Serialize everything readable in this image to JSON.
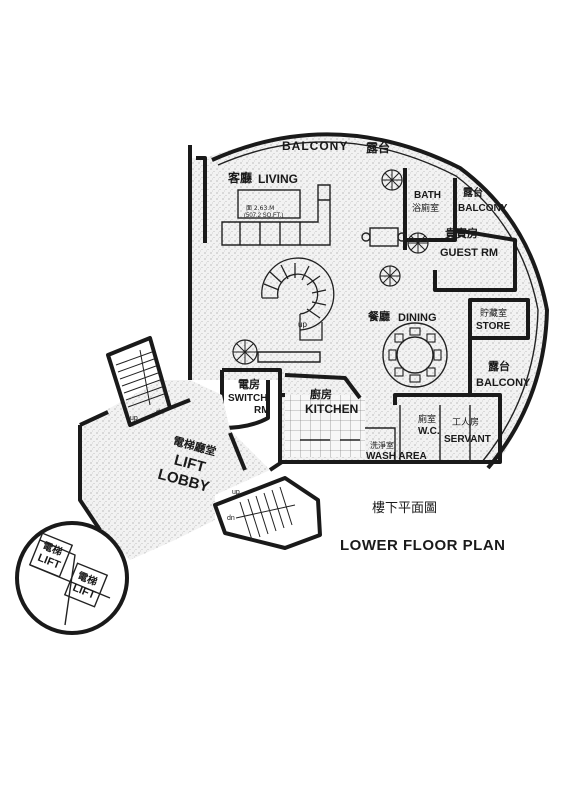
{
  "plan": {
    "title_cn": "樓下平面圖",
    "title_en": "LOWER FLOOR PLAN"
  },
  "rooms": {
    "balcony_top": {
      "en": "BALCONY",
      "cn": "露台"
    },
    "living": {
      "cn": "客廳",
      "en": "LIVING",
      "area": "面 2.63.M",
      "area2": "(507.2 SQ.FT.)"
    },
    "bath": {
      "en": "BATH",
      "cn": "浴廁室"
    },
    "balcony_right": {
      "cn": "露台",
      "en": "BALCONY"
    },
    "guest": {
      "cn": "貴賓房",
      "en": "GUEST RM"
    },
    "store": {
      "cn": "貯藏室",
      "en": "STORE"
    },
    "dining": {
      "cn": "餐廳",
      "en": "DINING"
    },
    "balcony_lower": {
      "cn": "露台",
      "en": "BALCONY"
    },
    "switch": {
      "cn": "電房",
      "en1": "SWITCH",
      "en2": "RM"
    },
    "kitchen": {
      "cn": "廚房",
      "en": "KITCHEN"
    },
    "wc": {
      "cn": "廁室",
      "en": "W.C."
    },
    "servant": {
      "cn": "工人房",
      "en": "SERVANT"
    },
    "wash": {
      "cn": "洗淨室",
      "en": "WASH AREA"
    },
    "lobby": {
      "cn": "電梯廳堂",
      "en1": "LIFT",
      "en2": "LOBBY"
    },
    "lift1": {
      "cn": "電梯",
      "en": "LIFT"
    },
    "lift2": {
      "cn": "電梯",
      "en": "LIFT"
    }
  },
  "stairs": {
    "spiral_up": "up",
    "stair1_up": "up",
    "stair1_dn": "dn",
    "stair2_up": "up",
    "stair2_dn": "dn"
  },
  "colors": {
    "ink": "#1a1a1a",
    "paper": "#ffffff"
  }
}
